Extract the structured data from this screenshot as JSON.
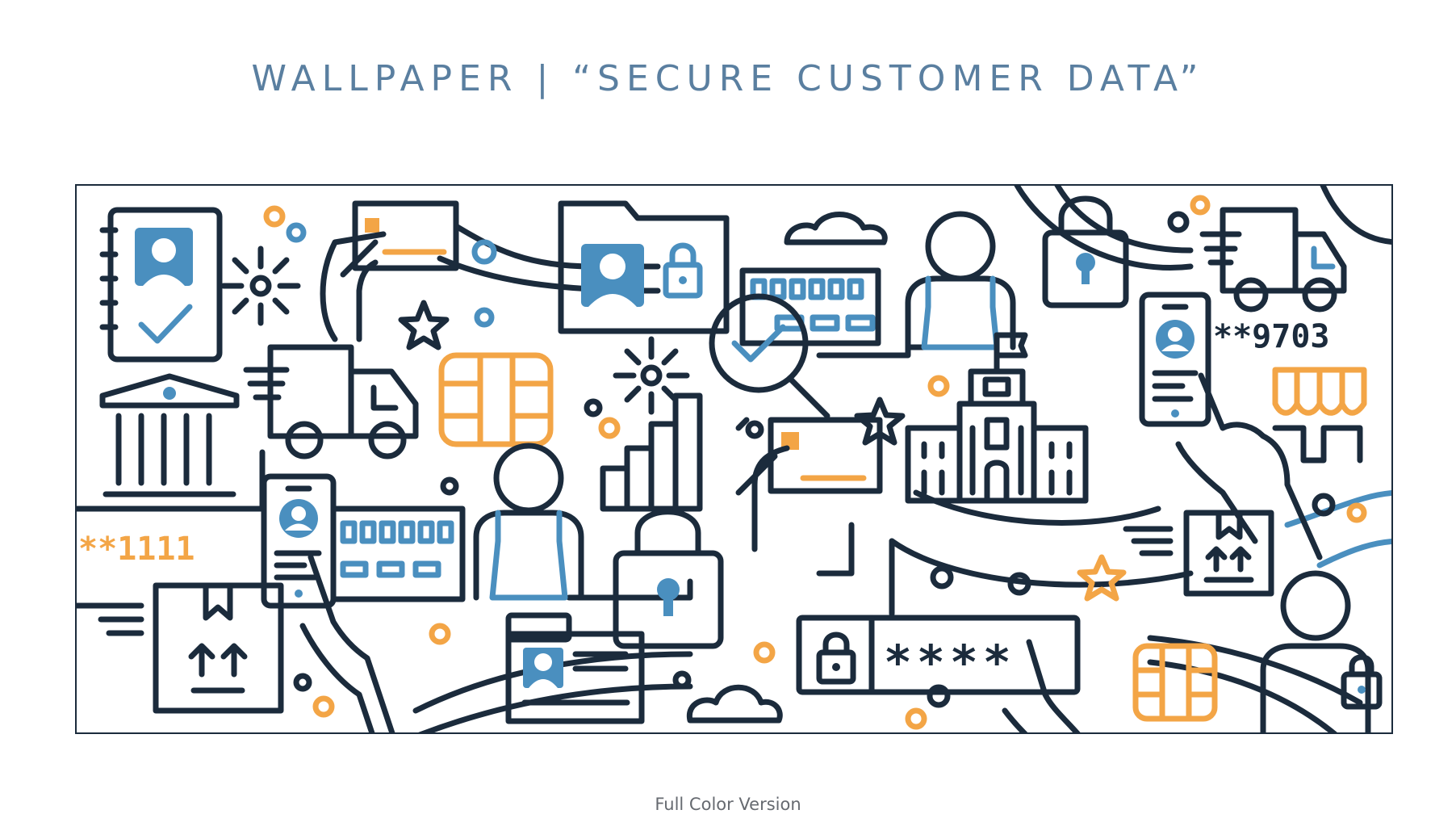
{
  "header": {
    "title": "WALLPAPER |  “SECURE CUSTOMER DATA”"
  },
  "artwork": {
    "code_left": "**1111",
    "code_right": "**9703",
    "password_mask": "****",
    "colors": {
      "ink": "#1b2b3c",
      "blue": "#4a8fbf",
      "orange": "#f3a546"
    },
    "icons": [
      "id-card-icon",
      "bank-icon",
      "truck-icon",
      "credit-card-icon",
      "folder-icon",
      "lock-icon",
      "magnifier-check-icon",
      "chip-card-icon",
      "person-icon",
      "phone-icon",
      "package-icon",
      "cloud-icon",
      "store-awning-icon",
      "star-icon",
      "hand-icon",
      "courthouse-icon",
      "bar-chart-icon",
      "sparkle-icon"
    ]
  },
  "footer": {
    "caption": "Full Color Version"
  }
}
